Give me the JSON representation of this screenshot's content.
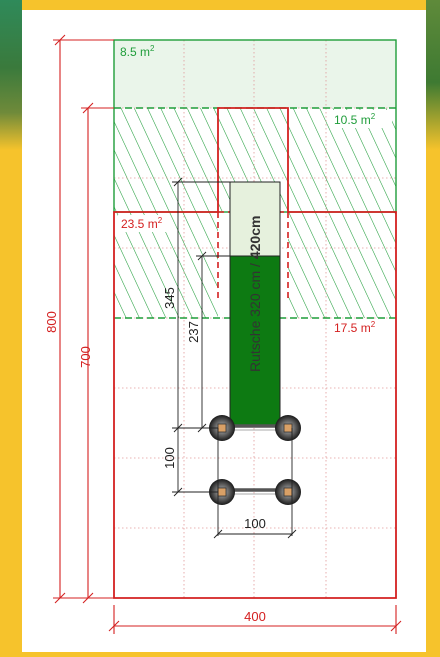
{
  "zones": {
    "top": {
      "area": "8.5",
      "unit": "m",
      "exp": "2"
    },
    "upper_hatch": {
      "area": "10.5",
      "unit": "m",
      "exp": "2"
    },
    "left_hatch": {
      "area": "23.5",
      "unit": "m",
      "exp": "2"
    },
    "right_hatch": {
      "area": "17.5",
      "unit": "m",
      "exp": "2"
    }
  },
  "dimensions": {
    "total_height": "800",
    "inner_height": "700",
    "width": "400",
    "slide_run": "345",
    "platform_to_slide": "237",
    "post_spacing_vertical": "100",
    "post_spacing_horizontal": "100"
  },
  "slide": {
    "label_main": "Rutsche 320 cm",
    "label_sep": " / ",
    "label_bold": "420cm"
  },
  "colors": {
    "boundary_green": "#1f9d3a",
    "boundary_red": "#d42020",
    "slide_green": "#0d7a12",
    "background_yellow": "#f6c32c"
  }
}
